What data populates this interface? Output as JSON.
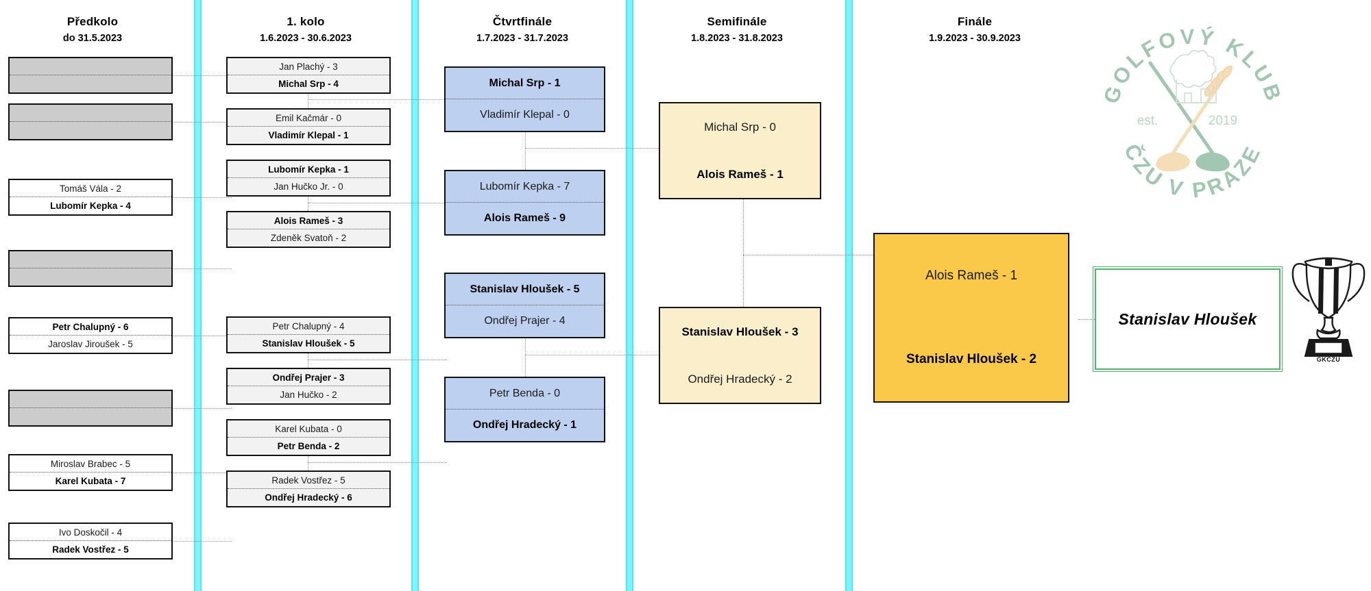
{
  "rounds": [
    {
      "title": "Předkolo",
      "dates": "do 31.5.2023"
    },
    {
      "title": "1. kolo",
      "dates": "1.6.2023 - 30.6.2023"
    },
    {
      "title": "Čtvrtfinále",
      "dates": "1.7.2023 - 31.7.2023"
    },
    {
      "title": "Semifinále",
      "dates": "1.8.2023 - 31.8.2023"
    },
    {
      "title": "Finále",
      "dates": "1.9.2023 - 30.9.2023"
    }
  ],
  "prelim": [
    {
      "top": "",
      "bottom": "",
      "empty": true,
      "winner": "none"
    },
    {
      "top": "",
      "bottom": "",
      "empty": true,
      "winner": "none"
    },
    {
      "top": "Tomáš Vála - 2",
      "bottom": "Lubomír Kepka - 4",
      "empty": false,
      "winner": "bottom"
    },
    {
      "top": "",
      "bottom": "",
      "empty": true,
      "winner": "none"
    },
    {
      "top": "Petr Chalupný - 6",
      "bottom": "Jaroslav Jiroušek - 5",
      "empty": false,
      "winner": "top"
    },
    {
      "top": "",
      "bottom": "",
      "empty": true,
      "winner": "none"
    },
    {
      "top": "Miroslav Brabec - 5",
      "bottom": "Karel Kubata - 7",
      "empty": false,
      "winner": "bottom"
    },
    {
      "top": "Ivo Doskočil - 4",
      "bottom": "Radek Vostřez - 5",
      "empty": false,
      "winner": "bottom"
    }
  ],
  "round1": [
    {
      "top": "Jan Plachý - 3",
      "bottom": "Michal Srp - 4",
      "winner": "bottom"
    },
    {
      "top": "Emil Kačmár - 0",
      "bottom": "Vladimír Klepal - 1",
      "winner": "bottom"
    },
    {
      "top": "Lubomír Kepka - 1",
      "bottom": "Jan Hučko Jr. - 0",
      "winner": "top"
    },
    {
      "top": "Alois Rameš - 3",
      "bottom": "Zdeněk Svatoň - 2",
      "winner": "top"
    },
    {
      "top": "Petr Chalupný - 4",
      "bottom": "Stanislav Hloušek - 5",
      "winner": "bottom"
    },
    {
      "top": "Ondřej Prajer - 3",
      "bottom": "Jan Hučko - 2",
      "winner": "top"
    },
    {
      "top": "Karel Kubata - 0",
      "bottom": "Petr Benda - 2",
      "winner": "bottom"
    },
    {
      "top": "Radek Vostřez - 5",
      "bottom": "Ondřej Hradecký - 6",
      "winner": "bottom"
    }
  ],
  "quarterfinals": [
    {
      "top": "Michal Srp - 1",
      "bottom": "Vladimír Klepal - 0",
      "winner": "top"
    },
    {
      "top": "Lubomír Kepka - 7",
      "bottom": "Alois Rameš - 9",
      "winner": "bottom"
    },
    {
      "top": "Stanislav Hloušek - 5",
      "bottom": "Ondřej Prajer - 4",
      "winner": "top"
    },
    {
      "top": "Petr Benda - 0",
      "bottom": "Ondřej Hradecký - 1",
      "winner": "bottom"
    }
  ],
  "semifinals": [
    {
      "top": "Michal Srp - 0",
      "bottom": "Alois Rameš - 1",
      "winner": "bottom"
    },
    {
      "top": "Stanislav Hloušek - 3",
      "bottom": "Ondřej Hradecký - 2",
      "winner": "top"
    }
  ],
  "final": [
    {
      "top": "Alois Rameš - 1",
      "bottom": "Stanislav Hloušek - 2",
      "winner": "bottom"
    }
  ],
  "champion": {
    "name": "Stanislav Hloušek"
  },
  "logo": {
    "arc_top": "GOLFOVÝ KLUB",
    "arc_bottom": "ČZU V PRAZE",
    "est_label": "est.",
    "est_year": "2019",
    "colors": {
      "green": "#9cc3ad",
      "sand": "#f5dcb4"
    }
  },
  "trophy": {
    "base_label": "GKČZU"
  },
  "colors": {
    "separator": "#7ff4ff",
    "prelim_empty": "#cccccc",
    "round1_box": "#f2f2f2",
    "quarterfinal_box": "#bdd0f0",
    "semifinal_box": "#fbeecb",
    "final_box": "#fbc94a",
    "champion_border": "#54b06d",
    "connector": "#8a8a8a"
  }
}
